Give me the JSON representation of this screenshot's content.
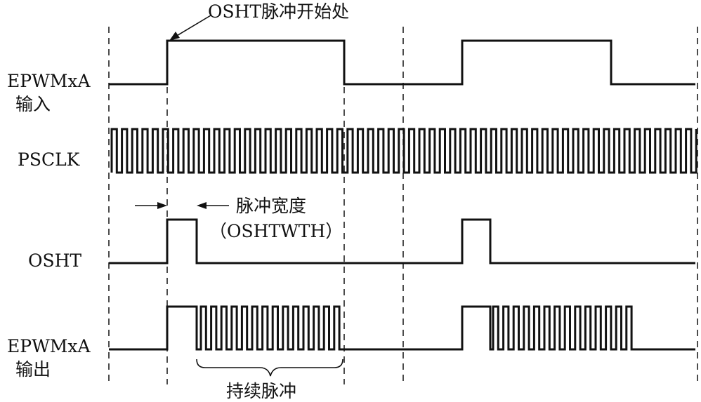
{
  "labels": {
    "epwm_in_line1": "EPWMxA",
    "epwm_in_line2": "输入",
    "psclk": "PSCLK",
    "osht": "OSHT",
    "epwm_out_line1": "EPWMxA",
    "epwm_out_line2": "输出"
  },
  "annotations": {
    "osht_start": "OSHT脉冲开始处",
    "pulse_width_line1": "脉冲宽度",
    "pulse_width_line2": "（OSHTWTH）",
    "continuous_pulse": "持续脉冲"
  }
}
